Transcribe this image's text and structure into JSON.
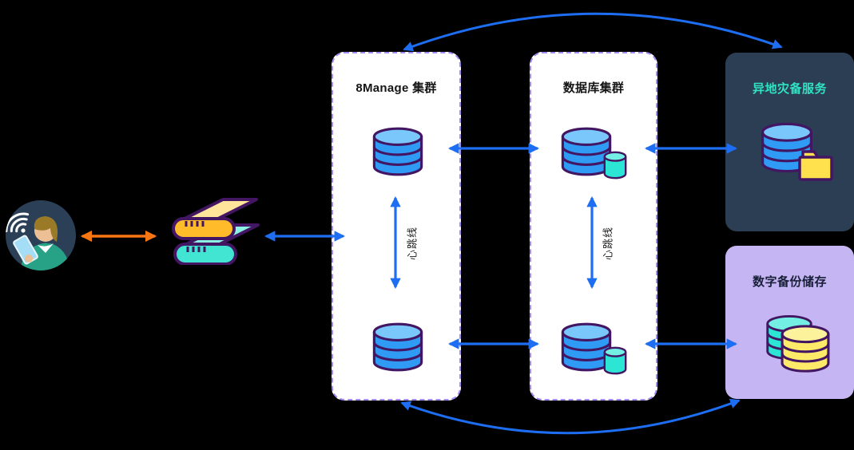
{
  "clusters": [
    {
      "id": "manage",
      "title": "8Manage 集群",
      "heartbeat": "心跳线"
    },
    {
      "id": "database",
      "title": "数据库集群",
      "heartbeat": "心跳线"
    }
  ],
  "panels": [
    {
      "id": "offsite-dr",
      "title": "异地灾备服务"
    },
    {
      "id": "digital-backup",
      "title": "数字备份储存"
    }
  ],
  "icons": {
    "user": "mobile-user",
    "gateway": "network-switch-stack",
    "cluster_db": "database-cylinder",
    "cluster_db_replica": "database-with-replica-cylinder",
    "dr_storage": "database-with-folder",
    "backup_storage": "stacked-cyan-yellow-databases"
  },
  "colors": {
    "arrow_blue": "#1d6ef2",
    "arrow_orange": "#f97612",
    "box_bg": "#ffffff",
    "box_border": "#a58af0",
    "title_ink": "#151515",
    "panel_dark_bg": "#2b3e54",
    "panel_dark_title": "#2fe3c4",
    "panel_purple_bg": "#c5b5f2",
    "panel_purple_title": "#181f38",
    "ink": "#431663",
    "db_body": "#2f9bf4",
    "db_cap": "#7ac7fb",
    "cyan_body": "#2de5d4",
    "cyan_cap": "#74efe3",
    "yellow_body": "#fcea68",
    "yellow_cap": "#fdf29c",
    "folder": "#ffe14d",
    "server_yellow": "#ffbb2a",
    "server_yellow_top": "#ffe49b",
    "server_teal": "#41e5d1",
    "server_teal_top": "#8cf0e3",
    "person_bg": "#2b4057",
    "person_sweater": "#27a287",
    "person_hair": "#9a7a26",
    "person_skin": "#ecc094",
    "person_phone": "#a5dcf6"
  }
}
